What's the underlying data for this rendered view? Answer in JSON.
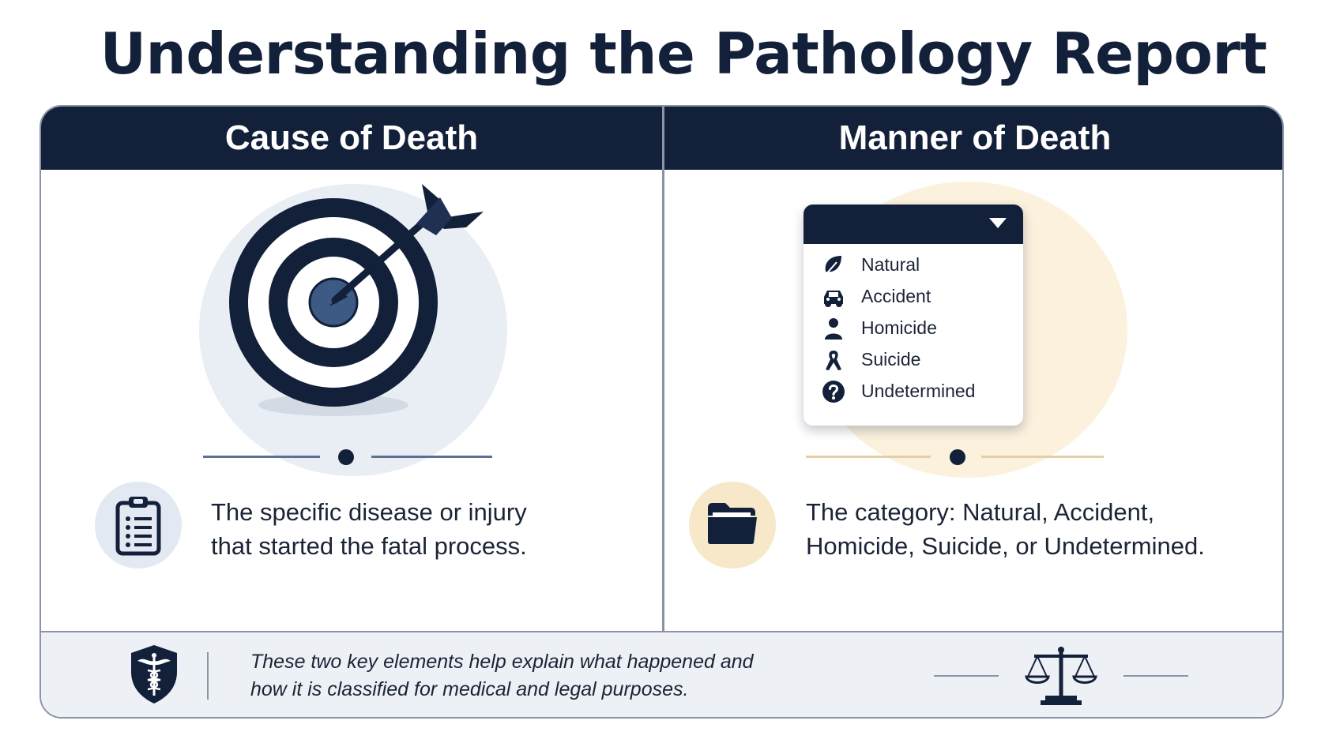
{
  "title": "Understanding the Pathology Report",
  "left_panel": {
    "heading": "Cause of Death",
    "description_line1": "The specific disease or injury",
    "description_line2": "that started the fatal process.",
    "illustration_icon": "target-with-arrow-icon",
    "bubble_icon": "clipboard-icon"
  },
  "right_panel": {
    "heading": "Manner of Death",
    "dropdown_options": [
      {
        "label": "Natural",
        "icon": "leaf-icon"
      },
      {
        "label": "Accident",
        "icon": "car-icon"
      },
      {
        "label": "Homicide",
        "icon": "person-icon"
      },
      {
        "label": "Suicide",
        "icon": "awareness-ribbon-icon"
      },
      {
        "label": "Undetermined",
        "icon": "question-icon"
      }
    ],
    "description_line1": "The category: Natural, Accident,",
    "description_line2": "Homicide, Suicide, or Undetermined.",
    "bubble_icon": "folder-icon"
  },
  "footer": {
    "note_line1": "These two key elements help explain what happened and",
    "note_line2": "how it is classified for medical and legal purposes.",
    "left_icon": "caduceus-shield-icon",
    "right_icon": "scales-of-justice-icon"
  },
  "colors": {
    "navy": "#13203a",
    "slate_line": "#5a7194",
    "gold_line": "#e3cfa3",
    "left_halo": "#e9eef5",
    "right_halo": "#fbf1dd"
  }
}
